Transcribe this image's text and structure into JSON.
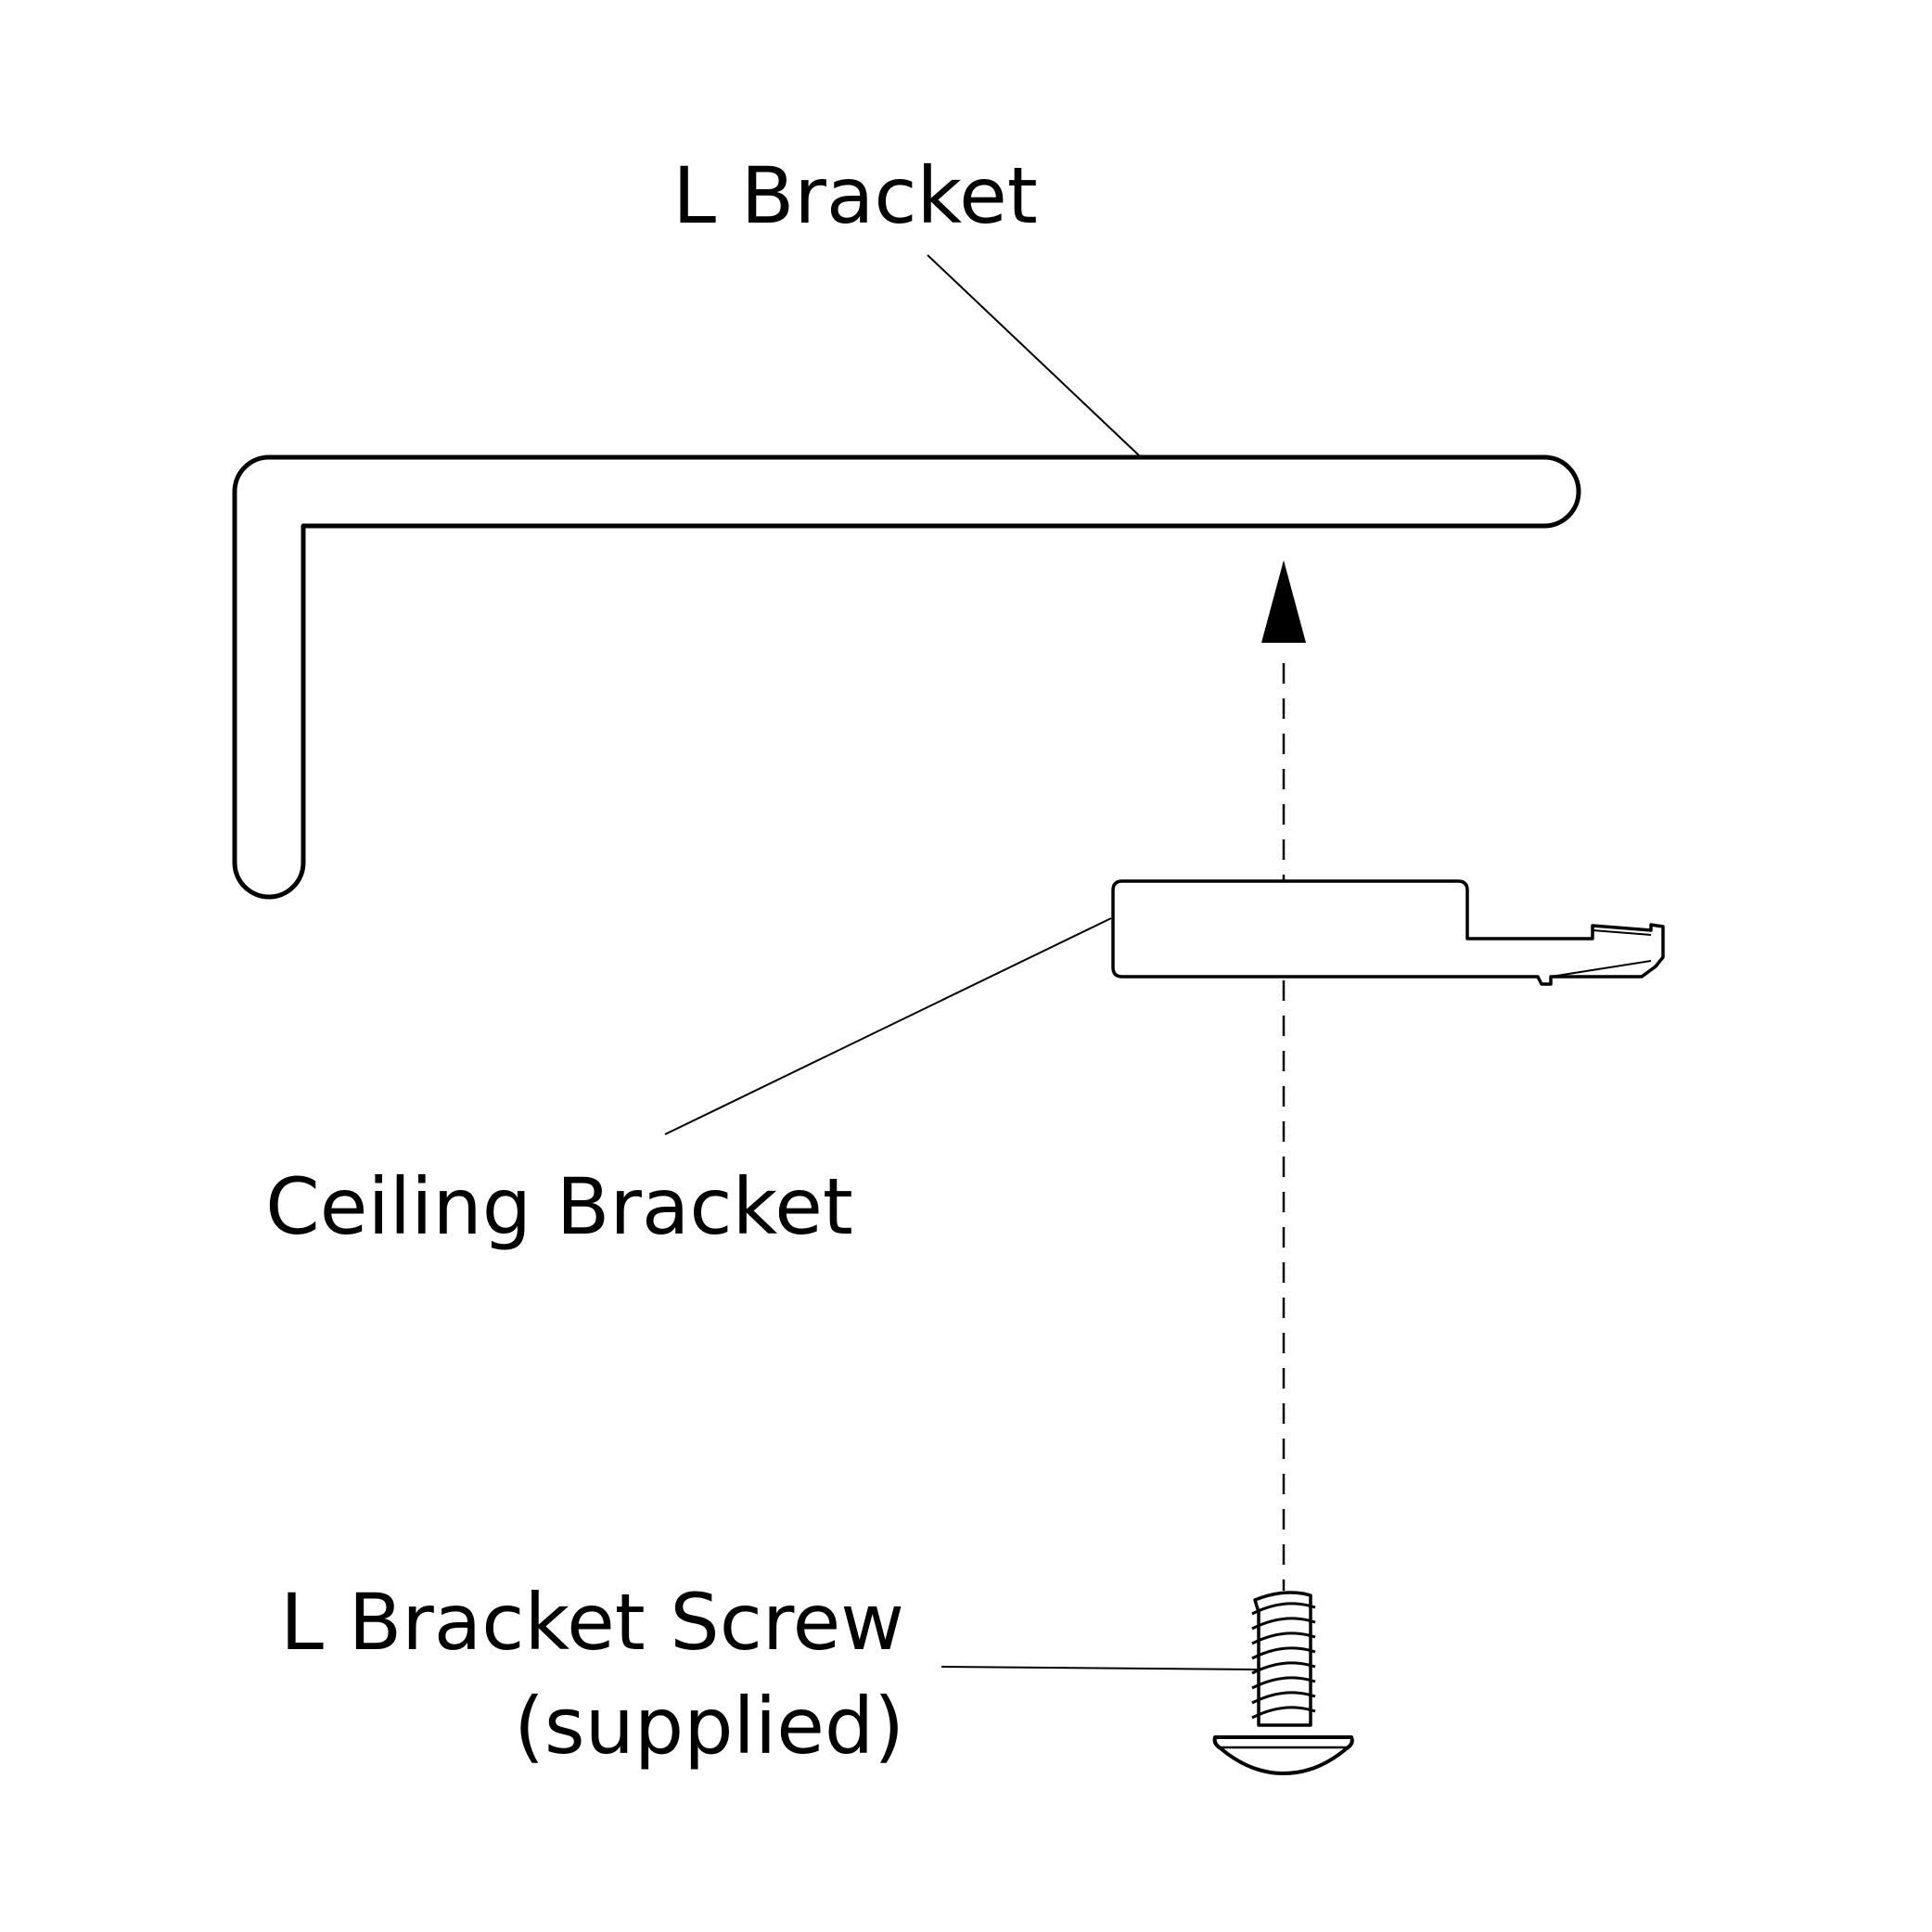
{
  "labels": {
    "l_bracket": "L Bracket",
    "ceiling_bracket": "Ceiling Bracket",
    "screw_line1": "L Bracket Screw",
    "screw_line2": "(supplied)"
  },
  "colors": {
    "line": "#000000",
    "background": "#ffffff"
  }
}
